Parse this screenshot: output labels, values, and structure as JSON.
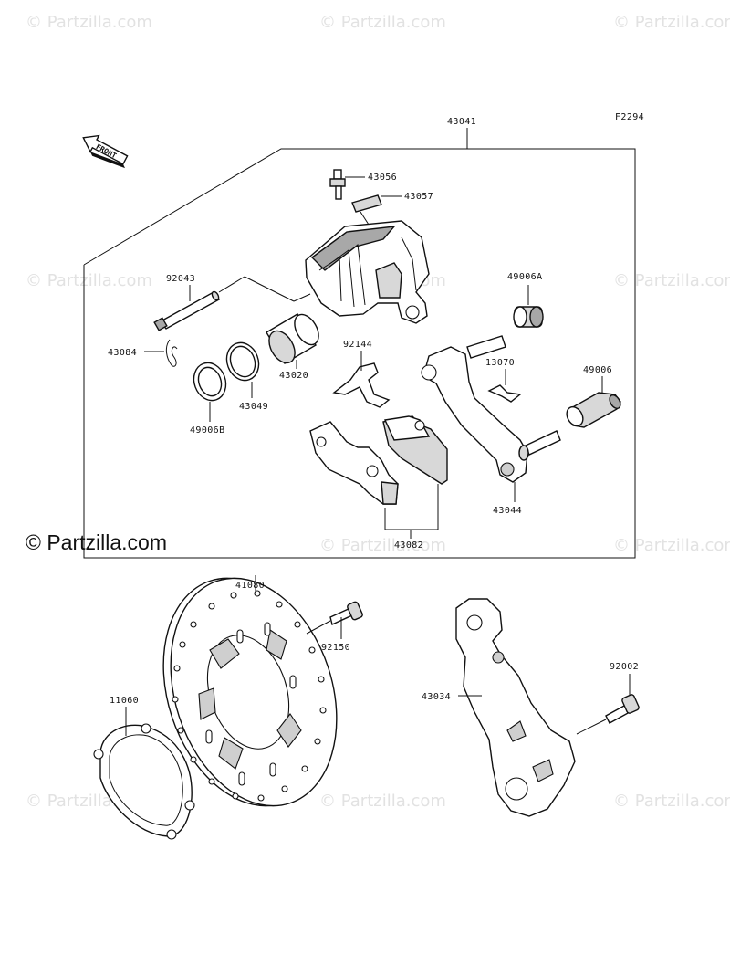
{
  "figure_code": "F2294",
  "front_label": "FRONT",
  "watermark_text": "© Partzilla.com",
  "brand_watermark": "© Partzilla.com",
  "parts": {
    "p43041": "43041",
    "p43056": "43056",
    "p43057": "43057",
    "p92043": "92043",
    "p43084": "43084",
    "p49006B": "49006B",
    "p43049": "43049",
    "p43020": "43020",
    "p92144": "92144",
    "p49006A": "49006A",
    "p13070": "13070",
    "p49006": "49006",
    "p43044": "43044",
    "p43082": "43082",
    "p41080": "41080",
    "p92150": "92150",
    "p11060": "11060",
    "p43034": "43034",
    "p92002": "92002"
  }
}
